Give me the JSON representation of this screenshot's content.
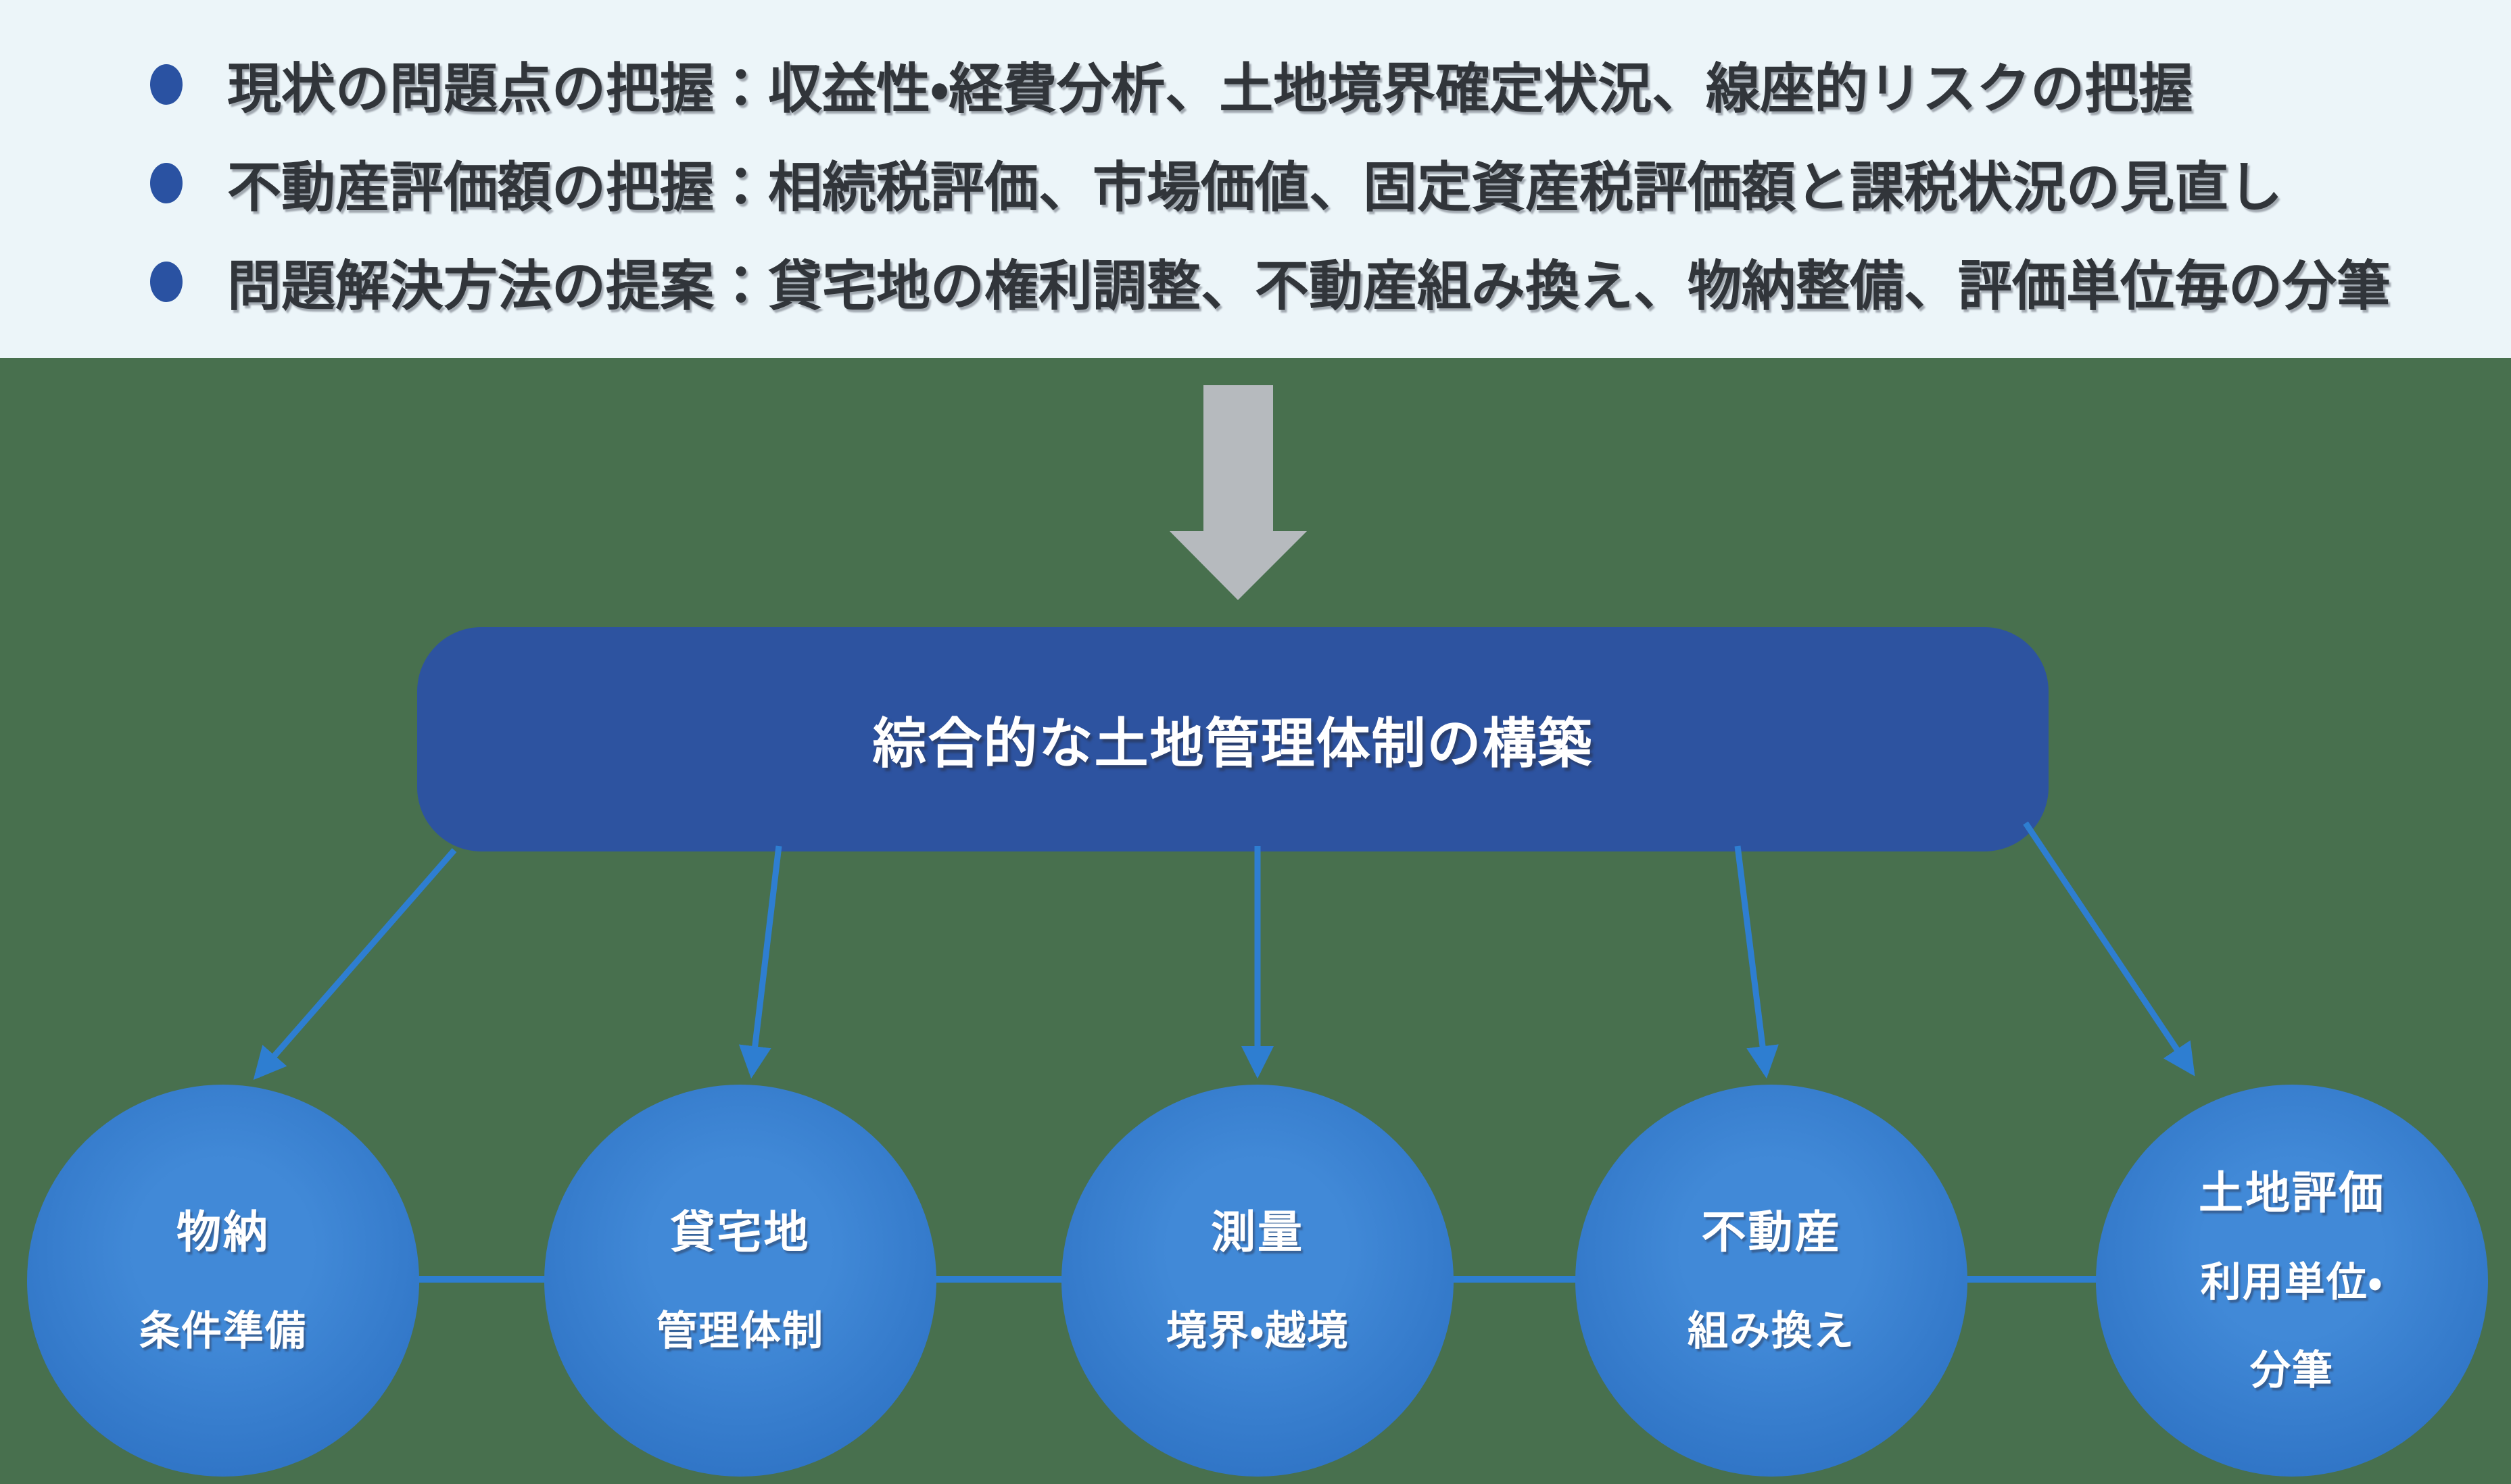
{
  "colors": {
    "page_bg": "#48704e",
    "band_bg": "#ecf5f9",
    "bullet_dot": "#2a52a2",
    "text_dark": "#31353a",
    "arrow_gray": "#b6babe",
    "box_bg": "#2d53a0",
    "link_blue": "#2e7ed1",
    "circle_center": "#4189d7",
    "circle_edge": "#2c70c2",
    "white_text": "#ffffff"
  },
  "bullet_list": {
    "items": [
      {
        "text": "現状の問題点の把握：収益性・経費分析、土地境界確定状況、線座的リスクの把握"
      },
      {
        "text": "不動産評価額の把握：相続税評価、市場価値、固定資産税評価額と課税状況の見直し"
      },
      {
        "text": "問題解決方法の提案：貸宅地の権利調整、不動産組み換え、物納整備、評価単位毎の分筆"
      }
    ]
  },
  "icons": {
    "down_arrow": "down-arrow-icon",
    "flow_arrow": "connector-arrow-icon"
  },
  "main_box": {
    "label": "綜合的な土地管理体制の構築"
  },
  "circles": [
    {
      "lines": [
        "物納",
        "条件準備"
      ]
    },
    {
      "lines": [
        "貸宅地",
        "管理体制"
      ]
    },
    {
      "lines": [
        "測量",
        "境界・越境"
      ]
    },
    {
      "lines": [
        "不動産",
        "組み換え"
      ]
    },
    {
      "lines": [
        "土地評価",
        "利用単位・",
        "分筆"
      ]
    }
  ]
}
